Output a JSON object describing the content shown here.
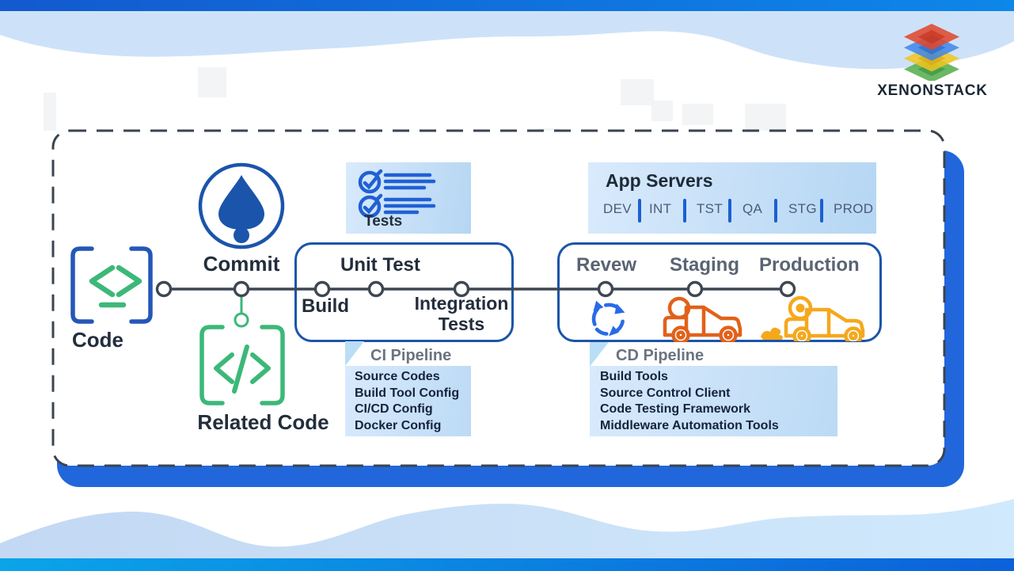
{
  "brand": {
    "name": "XENONSTACK"
  },
  "source": {
    "code_label": "Code",
    "commit_label": "Commit",
    "related_code_label": "Related Code"
  },
  "tests_box": {
    "label": "Tests"
  },
  "app_servers": {
    "title": "App Servers",
    "items": [
      "DEV",
      "INT",
      "TST",
      "QA",
      "STG",
      "PROD"
    ]
  },
  "ci_pipeline": {
    "build_label": "Build",
    "unit_test_label": "Unit Test",
    "integration_lines": [
      "Integration",
      "Tests"
    ]
  },
  "cd_pipeline": {
    "review_label": "Revew",
    "staging_label": "Staging",
    "production_label": "Production"
  },
  "ci_callout": {
    "title": "CI Pipeline",
    "items": [
      "Source Codes",
      "Build Tool Config",
      "CI/CD Config",
      "Docker Config"
    ]
  },
  "cd_callout": {
    "title": "CD Pipeline",
    "items": [
      "Build Tools",
      "Source Control Client",
      "Code Testing Framework",
      "Middleware Automation Tools"
    ]
  },
  "colors": {
    "accent_blue": "#1b55aa",
    "bright_blue": "#2563d6",
    "green": "#3cb878",
    "orange": "#e2611a",
    "amber": "#f5a81c",
    "shadow_blue": "#2266db"
  }
}
